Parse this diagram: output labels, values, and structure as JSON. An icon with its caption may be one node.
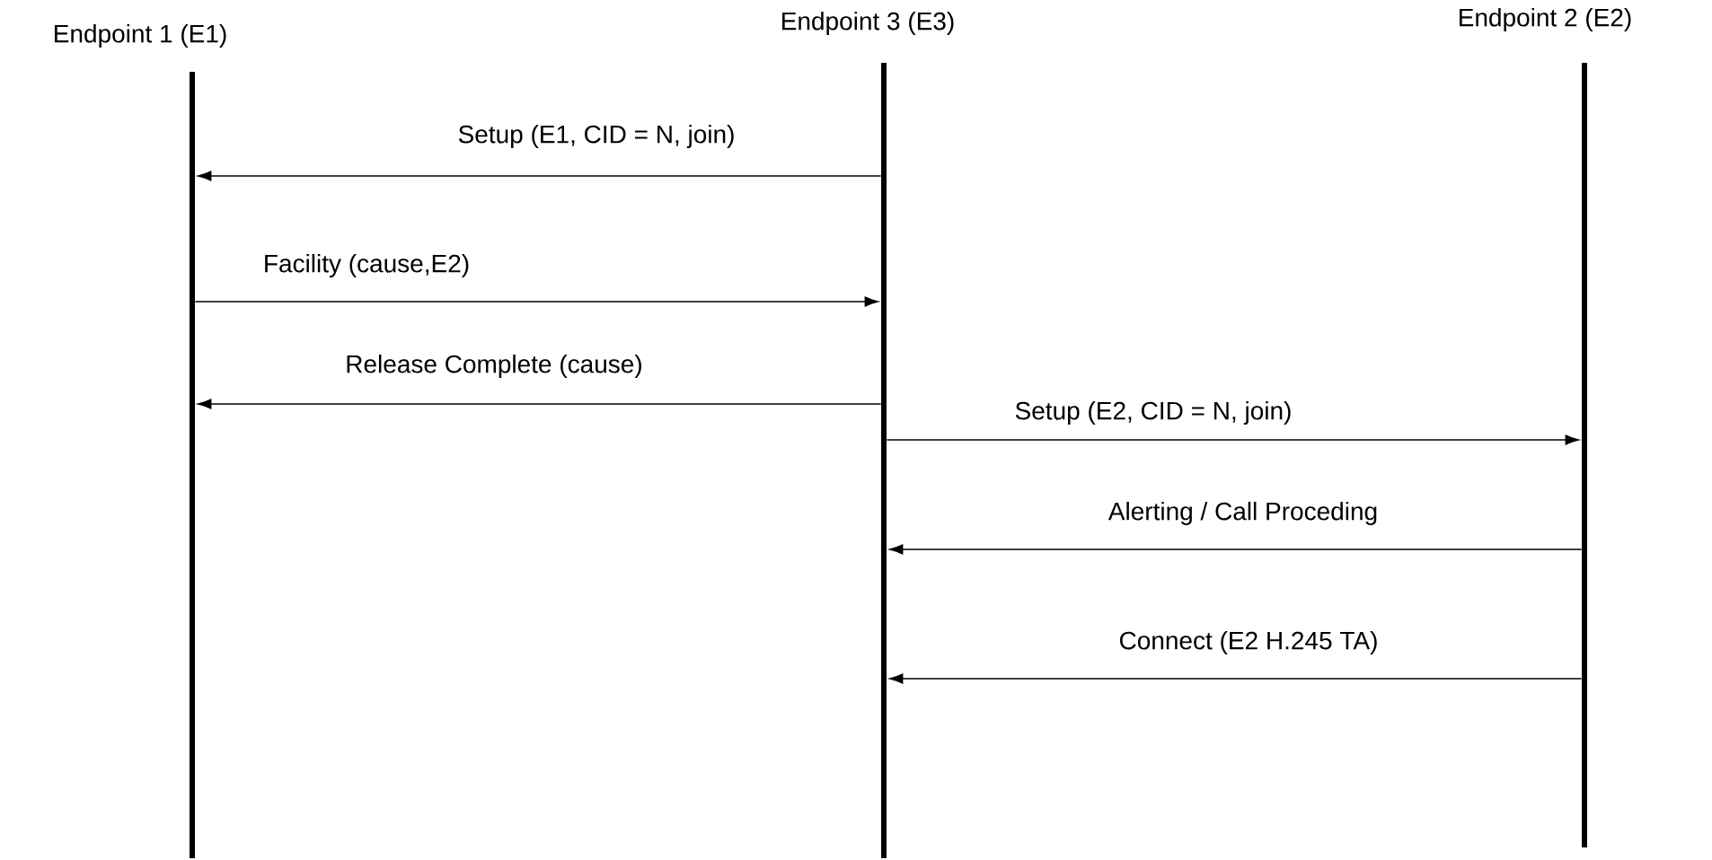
{
  "diagram": {
    "nodes": [
      {
        "text": [
          "Endpoint 1 (E1)"
        ]
      },
      {
        "text": [
          "Endpoint 3 (E3)"
        ]
      },
      {
        "text": [
          "Endpoint 2 (E2)"
        ]
      }
    ],
    "edges": [
      {
        "from": 1,
        "to": 0,
        "arrow": "to",
        "label": "Setup (E1, CID = N, join)"
      },
      {
        "from": 0,
        "to": 1,
        "arrow": "to",
        "label": "Facility (cause,E2)"
      },
      {
        "from": 1,
        "to": 0,
        "arrow": "to",
        "label": "Release Complete (cause)"
      },
      {
        "from": 1,
        "to": 2,
        "arrow": "to",
        "label": "Setup (E2, CID = N, join)"
      },
      {
        "from": 2,
        "to": 1,
        "arrow": "to",
        "label": "Alerting / Call Proceding"
      },
      {
        "from": 2,
        "to": 1,
        "arrow": "to",
        "label": "Connect (E2 H.245 TA)"
      }
    ]
  }
}
